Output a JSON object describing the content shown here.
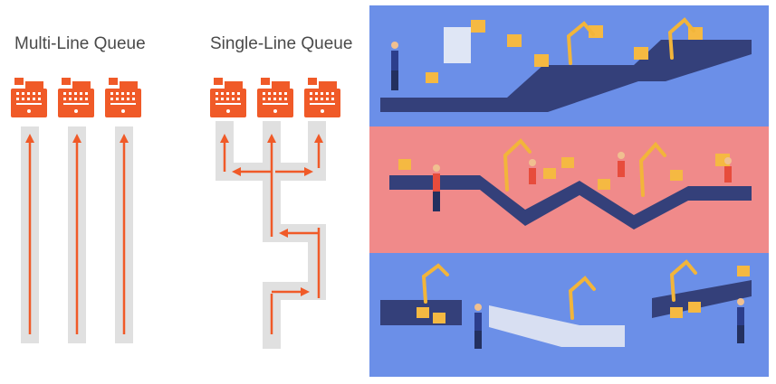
{
  "diagram": {
    "multi_line": {
      "title": "Multi-Line Queue",
      "registers": 3,
      "lanes": 3
    },
    "single_line": {
      "title": "Single-Line Queue",
      "registers": 3
    },
    "colors": {
      "accent": "#f05a28",
      "lane": "#e0e0e0",
      "text": "#4a4a4a"
    }
  },
  "illustration": {
    "panels": [
      {
        "name": "factory-line-top",
        "background": "#6b8fe8"
      },
      {
        "name": "factory-line-middle",
        "background": "#f08a8a"
      },
      {
        "name": "factory-line-bottom",
        "background": "#6b8fe8"
      }
    ],
    "colors": {
      "conveyor": "#34407a",
      "box": "#f5b942",
      "robot": "#f2b53a",
      "worker": "#e74c3c"
    }
  }
}
